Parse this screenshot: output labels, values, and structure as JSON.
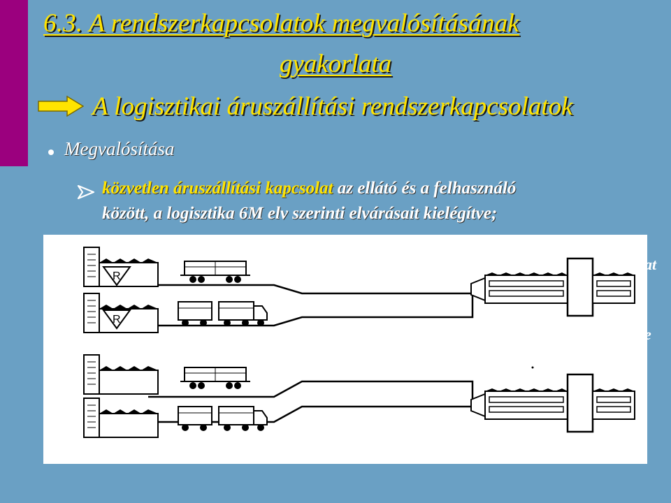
{
  "slide": {
    "title_line1": "6.3. A rendszerkapcsolatok megvalósításának",
    "title_line2": "gyakorlata",
    "subtitle": "A logisztikai áruszállítási rendszerkapcsolatok",
    "bullet": "Megvalósítása",
    "sub_bullet": {
      "highlight": "közvetlen áruszállítási kapcsolat",
      "rest": " az ellátó és a felhasználó",
      "line2": "között, a logisztika 6M elv szerinti elvárásait kielégítve;"
    },
    "hidden_fragments": [
      "at",
      "e"
    ]
  },
  "diagram": {
    "supplier_logo_letter": "R"
  },
  "colors": {
    "background": "#6aa0c4",
    "accent_bar": "#9b007e",
    "title": "#ffe400",
    "text": "#ffffff",
    "arrow": "#ffe400"
  }
}
